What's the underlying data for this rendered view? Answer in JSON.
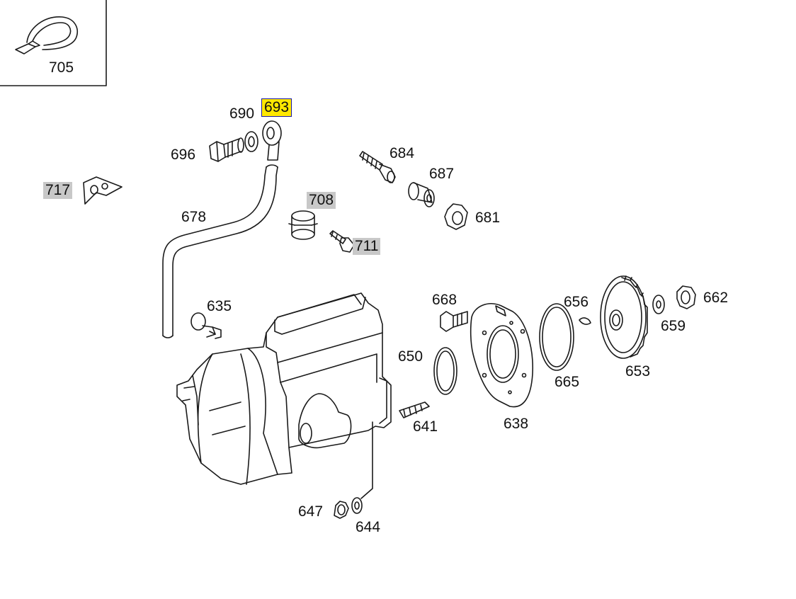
{
  "parts": [
    {
      "id": "705",
      "label": "705",
      "highlight": "none"
    },
    {
      "id": "693",
      "label": "693",
      "highlight": "yellow"
    },
    {
      "id": "690",
      "label": "690",
      "highlight": "none"
    },
    {
      "id": "696",
      "label": "696",
      "highlight": "none"
    },
    {
      "id": "717",
      "label": "717",
      "highlight": "gray"
    },
    {
      "id": "684",
      "label": "684",
      "highlight": "none"
    },
    {
      "id": "687",
      "label": "687",
      "highlight": "none"
    },
    {
      "id": "678",
      "label": "678",
      "highlight": "none"
    },
    {
      "id": "708",
      "label": "708",
      "highlight": "gray"
    },
    {
      "id": "681",
      "label": "681",
      "highlight": "none"
    },
    {
      "id": "711",
      "label": "711",
      "highlight": "gray"
    },
    {
      "id": "668",
      "label": "668",
      "highlight": "none"
    },
    {
      "id": "656",
      "label": "656",
      "highlight": "none"
    },
    {
      "id": "662",
      "label": "662",
      "highlight": "none"
    },
    {
      "id": "635",
      "label": "635",
      "highlight": "none"
    },
    {
      "id": "659",
      "label": "659",
      "highlight": "none"
    },
    {
      "id": "650",
      "label": "650",
      "highlight": "none"
    },
    {
      "id": "665",
      "label": "665",
      "highlight": "none"
    },
    {
      "id": "653",
      "label": "653",
      "highlight": "none"
    },
    {
      "id": "641",
      "label": "641",
      "highlight": "none"
    },
    {
      "id": "638",
      "label": "638",
      "highlight": "none"
    },
    {
      "id": "647",
      "label": "647",
      "highlight": "none"
    },
    {
      "id": "644",
      "label": "644",
      "highlight": "none"
    }
  ],
  "colors": {
    "line": "#1a1a1a",
    "highlight_yellow": "#ffe800",
    "highlight_gray": "#c8c8c8",
    "highlight_border": "#1a1aa8"
  }
}
